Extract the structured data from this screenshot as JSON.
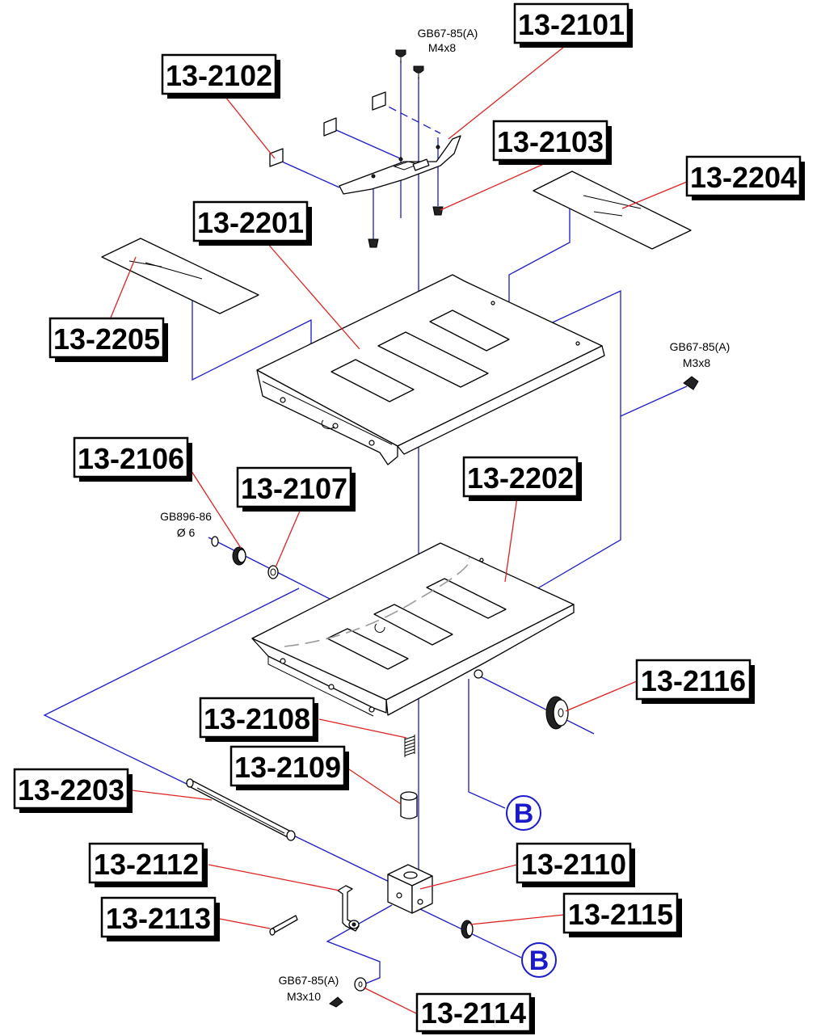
{
  "labels": {
    "p2101": "13-2101",
    "p2102": "13-2102",
    "p2103": "13-2103",
    "p2201": "13-2201",
    "p2204": "13-2204",
    "p2205": "13-2205",
    "p2106": "13-2106",
    "p2107": "13-2107",
    "p2202": "13-2202",
    "p2116": "13-2116",
    "p2108": "13-2108",
    "p2109": "13-2109",
    "p2203": "13-2203",
    "p2112": "13-2112",
    "p2110": "13-2110",
    "p2113": "13-2113",
    "p2115": "13-2115",
    "p2114": "13-2114"
  },
  "notes": {
    "screw_top_std": "GB67-85(A)",
    "screw_top_size": "M4x8",
    "screw_right_std": "GB67-85(A)",
    "screw_right_size": "M3x8",
    "washer_std": "GB896-86",
    "washer_size": "Ø 6",
    "screw_bottom_std": "GB67-85(A)",
    "screw_bottom_size": "M3x10"
  },
  "refs": {
    "ref_upper": "B",
    "ref_lower": "B"
  },
  "colors": {
    "leader": "#e02020",
    "assembly_line": "#1a1acc",
    "outline": "#000000"
  }
}
